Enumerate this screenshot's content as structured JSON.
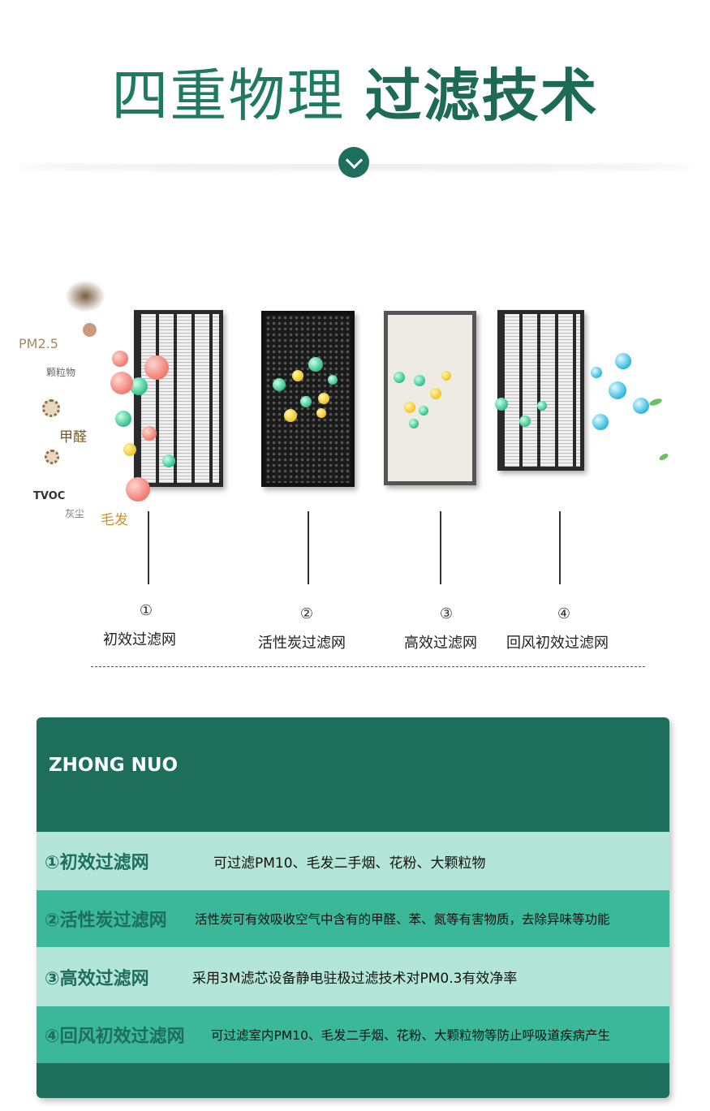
{
  "header": {
    "title_thin": "四重物理",
    "title_bold": "过滤技术"
  },
  "pollutants": {
    "pm25": "PM2.5",
    "particles": "颗粒物",
    "formaldehyde": "甲醛",
    "tvoc": "TVOC",
    "dust": "灰尘",
    "hair": "毛发"
  },
  "filters": [
    {
      "num": "①",
      "name": "初效过滤网"
    },
    {
      "num": "②",
      "name": "活性炭过滤网"
    },
    {
      "num": "③",
      "name": "高效过滤网"
    },
    {
      "num": "④",
      "name": "回风初效过滤网"
    }
  ],
  "card": {
    "brand": "ZHONG NUO",
    "rows": [
      {
        "name": "①初效过滤网",
        "desc": "可过滤PM10、毛发二手烟、花粉、大颗粒物"
      },
      {
        "name": "②活性炭过滤网",
        "desc": "活性炭可有效吸收空气中含有的甲醛、苯、氮等有害物质，去除异味等功能"
      },
      {
        "name": "③高效过滤网",
        "desc": "采用3M滤芯设备静电驻极过滤技术对PM0.3有效净率"
      },
      {
        "name": "④回风初效过滤网",
        "desc": "可过滤室内PM10、毛发二手烟、花粉、大颗粒物等防止呼吸道疾病产生"
      }
    ]
  },
  "colors": {
    "primary": "#1e6e5c",
    "row_light": "#b3e6d8",
    "row_mid": "#3bb89a"
  }
}
